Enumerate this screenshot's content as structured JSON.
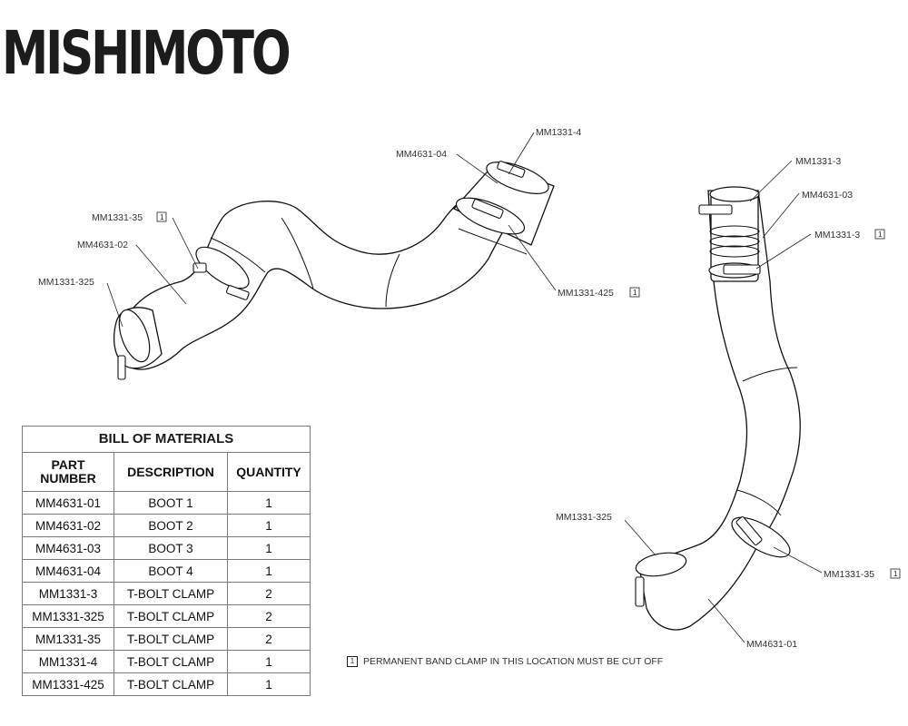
{
  "brand": {
    "logo_text": "MISHIMOTO"
  },
  "callouts": {
    "left_mm1331_4": "MM1331-4",
    "left_mm4631_04": "MM4631-04",
    "left_mm1331_35": "MM1331-35",
    "left_mm4631_02": "MM4631-02",
    "left_mm1331_325": "MM1331-325",
    "left_mm1331_425": "MM1331-425",
    "right_mm1331_3_top": "MM1331-3",
    "right_mm4631_03": "MM4631-03",
    "right_mm1331_3_mid": "MM1331-3",
    "right_mm1331_325": "MM1331-325",
    "right_mm1331_35": "MM1331-35",
    "right_mm4631_01": "MM4631-01",
    "box_marker": "1"
  },
  "bom": {
    "title": "BILL OF MATERIALS",
    "headers": {
      "part_line1": "PART",
      "part_line2": "NUMBER",
      "description": "DESCRIPTION",
      "quantity": "QUANTITY"
    },
    "rows": [
      {
        "part": "MM4631-01",
        "description": "BOOT 1",
        "quantity": "1"
      },
      {
        "part": "MM4631-02",
        "description": "BOOT 2",
        "quantity": "1"
      },
      {
        "part": "MM4631-03",
        "description": "BOOT 3",
        "quantity": "1"
      },
      {
        "part": "MM4631-04",
        "description": "BOOT 4",
        "quantity": "1"
      },
      {
        "part": "MM1331-3",
        "description": "T-BOLT CLAMP",
        "quantity": "2"
      },
      {
        "part": "MM1331-325",
        "description": "T-BOLT CLAMP",
        "quantity": "2"
      },
      {
        "part": "MM1331-35",
        "description": "T-BOLT CLAMP",
        "quantity": "2"
      },
      {
        "part": "MM1331-4",
        "description": "T-BOLT CLAMP",
        "quantity": "1"
      },
      {
        "part": "MM1331-425",
        "description": "T-BOLT CLAMP",
        "quantity": "1"
      }
    ]
  },
  "note": {
    "marker": "1",
    "text": "PERMANENT BAND CLAMP IN THIS LOCATION MUST BE CUT OFF"
  }
}
